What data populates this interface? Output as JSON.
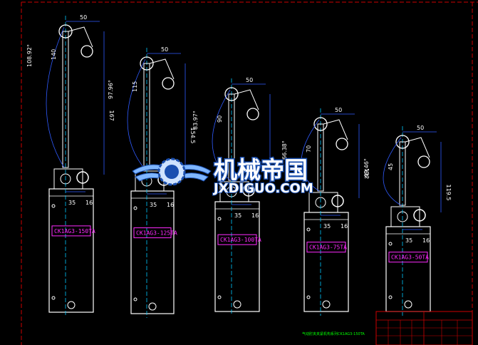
{
  "colors": {
    "background": "#000000",
    "body": "#ffffff",
    "dimension": "#2f5bff",
    "centerline": "#00c8ff",
    "frame": "#cc0000",
    "model_label": "#ff2bff",
    "note": "#00ff00"
  },
  "clamps": [
    {
      "model": "CK1AG3-150TA",
      "dims": {
        "top": "50",
        "span": "35",
        "edge": "16",
        "stroke": "140",
        "height": "167",
        "angle": "108.92°"
      }
    },
    {
      "model": "CK1AG3-125TA",
      "dims": {
        "top": "50",
        "span": "35",
        "edge": "16",
        "stroke": "115",
        "height": "154.5",
        "angle": "97.96°"
      }
    },
    {
      "model": "CK1AG3-100TA",
      "dims": {
        "top": "50",
        "span": "35",
        "edge": "16",
        "stroke": "90",
        "height": "",
        "angle": "83.97°"
      }
    },
    {
      "model": "CK1AG3-75TA",
      "dims": {
        "top": "50",
        "span": "35",
        "edge": "16",
        "stroke": "70",
        "height": "132",
        "angle": "66.38°"
      }
    },
    {
      "model": "CK1AG3-50TA",
      "dims": {
        "top": "50",
        "span": "35",
        "edge": "16",
        "stroke": "45",
        "height": "119.5",
        "angle": "49.46°"
      }
    }
  ],
  "watermark": {
    "cn": "机械帝国",
    "en": "JXDIGUO.COM",
    "logo_icon": "winged-gear-logo"
  },
  "note": "气动肘夹夹紧机构系列CK1AG3-150TA"
}
